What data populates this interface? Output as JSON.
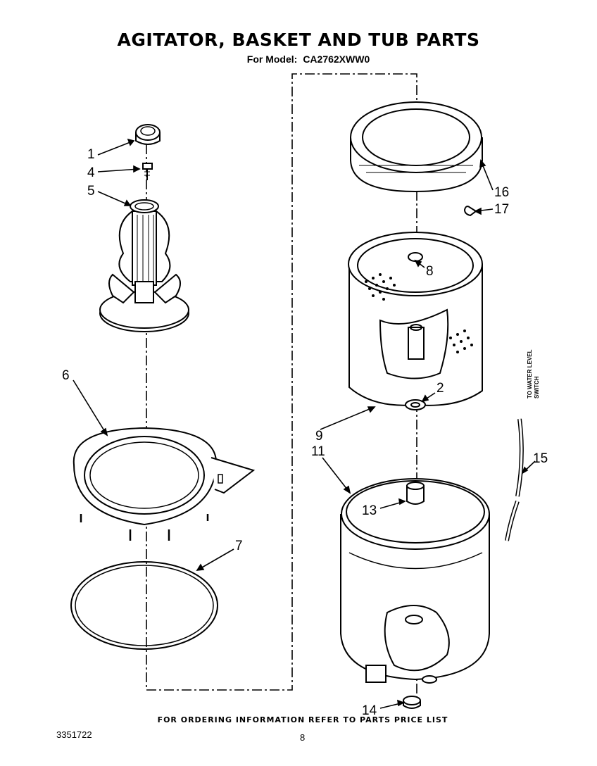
{
  "header": {
    "title": "AGITATOR, BASKET AND TUB PARTS",
    "model_label": "For Model:",
    "model_number": "CA2762XWW0"
  },
  "callouts": {
    "c1": "1",
    "c2": "2",
    "c4": "4",
    "c5": "5",
    "c6": "6",
    "c7": "7",
    "c8": "8",
    "c9": "9",
    "c11": "11",
    "c13": "13",
    "c14": "14",
    "c15": "15",
    "c16": "16",
    "c17": "17"
  },
  "side_note": {
    "line1": "TO WATER LEVEL",
    "line2": "SWITCH"
  },
  "footer": {
    "ordering_note": "FOR ORDERING INFORMATION REFER TO PARTS PRICE LIST",
    "document_number": "3351722",
    "page_number": "8"
  }
}
